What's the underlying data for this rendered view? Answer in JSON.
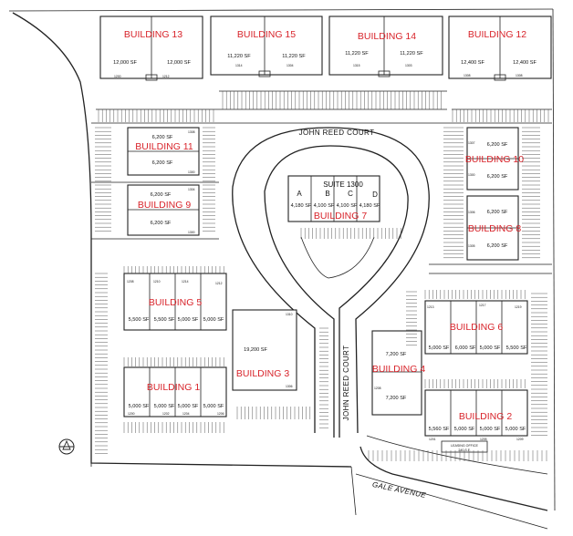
{
  "streets": {
    "john_reed_court_top": "JOHN REED COURT",
    "john_reed_court_side": "JOHN REED COURT",
    "gale_avenue": "GALE AVENUE"
  },
  "buildings": {
    "b13": {
      "name": "BUILDING 13",
      "units": [
        "1200",
        "1212"
      ],
      "sf": [
        "12,000 SF",
        "12,000 SF"
      ]
    },
    "b15": {
      "name": "BUILDING 15",
      "units": [
        "1314",
        "1304"
      ],
      "sf": [
        "11,220 SF",
        "11,220 SF"
      ]
    },
    "b14": {
      "name": "BUILDING 14",
      "units": [
        "1315",
        "1303"
      ],
      "sf": [
        "11,220 SF",
        "11,220 SF"
      ]
    },
    "b12": {
      "name": "BUILDING 12",
      "units": [
        "1308",
        "1308"
      ],
      "sf": [
        "12,400 SF",
        "12,400 SF"
      ]
    },
    "b11": {
      "name": "BUILDING 11",
      "units": [
        "1308",
        "1300"
      ],
      "sf": [
        "6,200 SF",
        "6,200 SF"
      ]
    },
    "b9": {
      "name": "BUILDING 9",
      "units": [
        "1304",
        "1300"
      ],
      "sf": [
        "6,200 SF",
        "6,200 SF"
      ]
    },
    "b10": {
      "name": "BUILDING 10",
      "units": [
        "1307",
        "1300"
      ],
      "sf": [
        "6,200 SF",
        "6,200 SF"
      ]
    },
    "b8": {
      "name": "BUILDING 8",
      "units": [
        "1306",
        "1305"
      ],
      "sf": [
        "6,200 SF",
        "6,200 SF"
      ]
    },
    "b7": {
      "name": "BUILDING 7",
      "suite": "SUITE 1300",
      "letters": [
        "A",
        "B",
        "C",
        "D"
      ],
      "sf": [
        "4,180 SF",
        "4,100 SF",
        "4,100 SF",
        "4,180 SF"
      ]
    },
    "b5": {
      "name": "BUILDING 5",
      "units": [
        "1208",
        "1210",
        "1214",
        "1212"
      ],
      "sf": [
        "5,500 SF",
        "5,500 SF",
        "5,000 SF",
        "5,000 SF"
      ]
    },
    "b1": {
      "name": "BUILDING 1",
      "units": [
        "1200",
        "1202",
        "1204",
        "1206"
      ],
      "sf": [
        "5,000 SF",
        "5,000 SF",
        "5,000 SF",
        "5,000 SF"
      ]
    },
    "b3": {
      "name": "BUILDING 3",
      "units": [
        "1310",
        "1306"
      ],
      "sf": [
        "19,200 SF"
      ]
    },
    "b4": {
      "name": "BUILDING 4",
      "units": [
        "1208"
      ],
      "sf": [
        "7,200 SF",
        "7,200 SF"
      ]
    },
    "b6": {
      "name": "BUILDING 6",
      "units": [
        "1213",
        "1217",
        "1219"
      ],
      "sf": [
        "5,000 SF",
        "6,000 SF",
        "5,000 SF",
        "5,500 SF"
      ]
    },
    "b2": {
      "name": "BUILDING 2",
      "units": [
        "1201",
        "1205",
        "1209"
      ],
      "sf": [
        "5,560 SF",
        "5,000 SF",
        "5,000 SF",
        "5,000 SF"
      ]
    }
  },
  "leasing_office": {
    "label": "LEASING OFFICE",
    "sf": "240 S.F."
  }
}
